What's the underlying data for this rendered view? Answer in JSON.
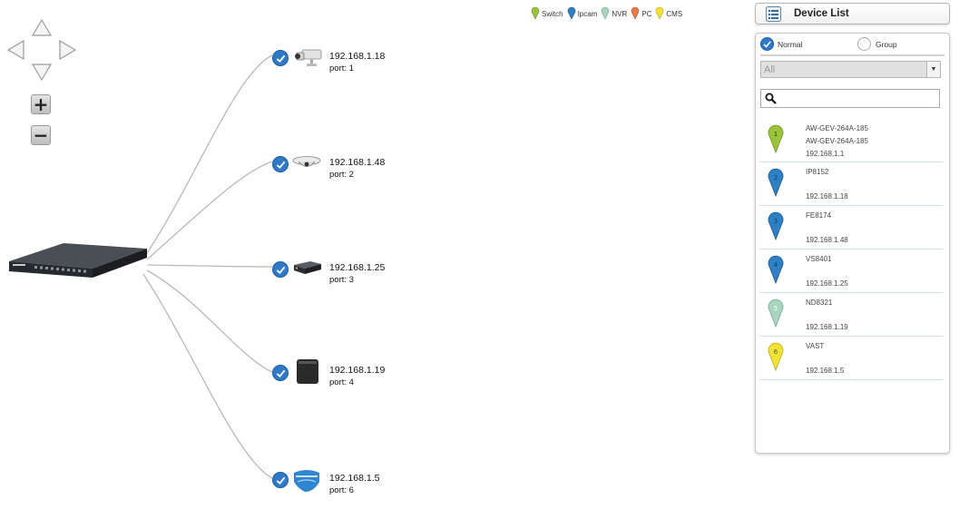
{
  "legend": [
    {
      "label": "Switch",
      "color": "#9bc33b"
    },
    {
      "label": "Ipcam",
      "color": "#2f7fc4"
    },
    {
      "label": "NVR",
      "color": "#a9d4be"
    },
    {
      "label": "PC",
      "color": "#e8794a"
    },
    {
      "label": "CMS",
      "color": "#f1e234"
    }
  ],
  "topology": {
    "switch_icon": "network-switch",
    "nodes": [
      {
        "ip": "192.168.1.18",
        "port": "port: 1",
        "icon": "bullet-camera"
      },
      {
        "ip": "192.168.1.48",
        "port": "port: 2",
        "icon": "dome-camera"
      },
      {
        "ip": "192.168.1.25",
        "port": "port: 3",
        "icon": "video-server"
      },
      {
        "ip": "192.168.1.19",
        "port": "port: 4",
        "icon": "nvr-box"
      },
      {
        "ip": "192.168.1.5",
        "port": "port: 6",
        "icon": "vast-logo"
      }
    ]
  },
  "device_list": {
    "title": "Device List",
    "mode_normal": "Normal",
    "mode_group": "Group",
    "filter_value": "All",
    "search_placeholder": "",
    "items": [
      {
        "number": "1",
        "type": "Switch",
        "color": "#9bc33b",
        "lines": [
          "AW-GEV-264A-185",
          "AW-GEV-264A-185",
          "192.168.1.1"
        ]
      },
      {
        "number": "2",
        "type": "Ipcam",
        "color": "#2f7fc4",
        "lines": [
          "IP8152",
          "",
          "192.168.1.18"
        ]
      },
      {
        "number": "3",
        "type": "Ipcam",
        "color": "#2f7fc4",
        "lines": [
          "FE8174",
          "",
          "192.168.1.48"
        ]
      },
      {
        "number": "4",
        "type": "Ipcam",
        "color": "#2f7fc4",
        "lines": [
          "VS8401",
          "",
          "192.168.1.25"
        ]
      },
      {
        "number": "5",
        "type": "NVR",
        "color": "#a9d4be",
        "lines": [
          "ND8321",
          "",
          "192.168.1.19"
        ]
      },
      {
        "number": "6",
        "type": "CMS",
        "color": "#f1e234",
        "lines": [
          "VAST",
          "",
          "192.168.1.5"
        ]
      }
    ]
  }
}
